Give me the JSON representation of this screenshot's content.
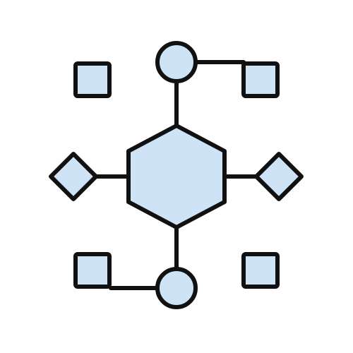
{
  "diagram": {
    "fill_color": "#cfe3f7",
    "stroke_color": "#111111",
    "background_color": "#ffffff",
    "nodes": [
      {
        "id": "hub",
        "shape": "hexagon"
      },
      {
        "id": "top-circle",
        "shape": "circle"
      },
      {
        "id": "bottom-circle",
        "shape": "circle"
      },
      {
        "id": "left-diamond",
        "shape": "diamond"
      },
      {
        "id": "right-diamond",
        "shape": "diamond"
      },
      {
        "id": "top-left-square",
        "shape": "square"
      },
      {
        "id": "top-right-square",
        "shape": "square"
      },
      {
        "id": "bottom-left-square",
        "shape": "square"
      },
      {
        "id": "bottom-right-square",
        "shape": "square"
      }
    ],
    "edges": [
      {
        "from": "hub",
        "to": "top-circle"
      },
      {
        "from": "hub",
        "to": "bottom-circle"
      },
      {
        "from": "hub",
        "to": "left-diamond"
      },
      {
        "from": "hub",
        "to": "right-diamond"
      },
      {
        "from": "top-circle",
        "to": "top-right-square"
      },
      {
        "from": "bottom-circle",
        "to": "bottom-left-square"
      }
    ]
  },
  "watermark": {
    "side_id": "1455611500"
  }
}
